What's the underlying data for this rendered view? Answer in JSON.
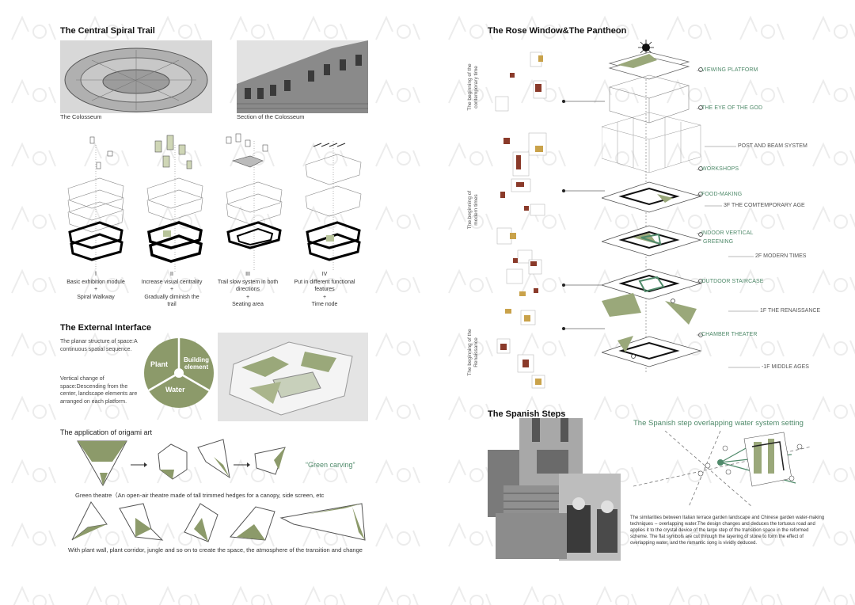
{
  "left": {
    "section1": {
      "title": "The Central Spiral Trail",
      "cap_colosseum": "The Colosseum",
      "cap_section": "Section of the Colosseum",
      "modules": [
        {
          "numeral": "I",
          "line1": "Basic exhibition module",
          "line2": "+",
          "line3": "Spiral Walkway",
          "line4": ""
        },
        {
          "numeral": "II",
          "line1": "Increase visual centrality",
          "line2": "+",
          "line3": "Gradually diminish the",
          "line4": "trail"
        },
        {
          "numeral": "III",
          "line1": "Trail slow system in both",
          "line2": "directions",
          "line3": "+",
          "line4": "Seating area"
        },
        {
          "numeral": "IV",
          "line1": "Put in different functional",
          "line2": "features",
          "line3": "+",
          "line4": "Time node"
        }
      ]
    },
    "section2": {
      "title": "The External Interface",
      "para1": "The planar structure of space:A continuous spatial sequence.",
      "para2": "Vertical change of space:Descending from the center, landscape elements are arranged on each platform.",
      "pie_plant": "Plant",
      "pie_building": "Building element",
      "pie_water": "Water"
    },
    "section3": {
      "title": "The application of origami art",
      "green_carving": "“Green carving”",
      "cap1": "Green theatre（An open-air theatre made of tall trimmed hedges for a canopy, side screen, etc",
      "cap2": "With plant wall, plant corridor, jungle and so on to create the space, the atmosphere of the transition and change"
    }
  },
  "right": {
    "section1": {
      "title": "The Rose Window&The Pantheon",
      "timeline": [
        "The beginning of the contemporary time",
        "The beginning of modern times",
        "The beginning of the Renaissance"
      ],
      "labels_green": [
        "VIEWING PLATFORM",
        "THE EYE OF THE GOD",
        "WORKSHOPS",
        "FOOD-MAKING",
        "INDOOR VERTICAL",
        "GREENING",
        "OUTDOOR STAIRCASE",
        "CHAMBER THEATER"
      ],
      "labels_gray": [
        "POST AND BEAM SYSTEM",
        "3F  THE COMTEMPORARY AGE",
        "2F  MODERN TIMES",
        "1F  THE RENAISSANCE",
        "-1F  MIDDLE AGES"
      ]
    },
    "section2": {
      "title": "The Spanish Steps",
      "subtitle": "The Spanish step overlapping water system setting",
      "para": "The similarities between Italian terrace garden landscape and Chinese garden water-making techniques -- overlapping water.The design changes and deduces the tortuous road and applies it to the crystal device of the large step of the transition space in the reformed scheme. The flat symbols are cut through the layering of stone to form the effect of overlapping water, and the romantic song is vividly deduced."
    }
  },
  "colors": {
    "accent_green": "#4f8a6a",
    "pie_green": "#8c9a6a",
    "olive": "#9aa87a"
  }
}
